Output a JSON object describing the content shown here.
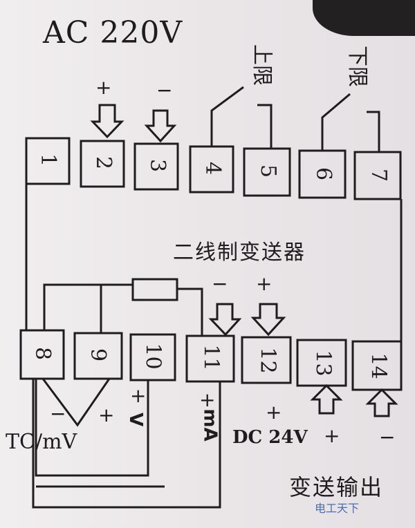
{
  "header": {
    "power_label": "AC 220V"
  },
  "relay_labels": {
    "upper": "上限",
    "lower": "下限"
  },
  "center_label": "二线制变送器",
  "terminals": [
    "1",
    "2",
    "3",
    "4",
    "5",
    "6",
    "7",
    "8",
    "9",
    "10",
    "11",
    "12",
    "13",
    "14"
  ],
  "signs": {
    "t2": "+",
    "t3": "−",
    "t11": "−",
    "t12": "+",
    "tc_minus": "−",
    "tc_plus": "+",
    "v_plus": "+",
    "ma_plus": "+",
    "dc_plus": "+",
    "out_plus": "+",
    "out_minus": "−"
  },
  "input_labels": {
    "tc": "TC/mV",
    "v": "V",
    "ma": "mA",
    "dc": "DC 24V"
  },
  "output_label": "变送输出",
  "watermark": "电工天下",
  "colors": {
    "ink": "#1e1c1e",
    "paper": "#ece9ea",
    "watermark": "#4a6fb0"
  }
}
